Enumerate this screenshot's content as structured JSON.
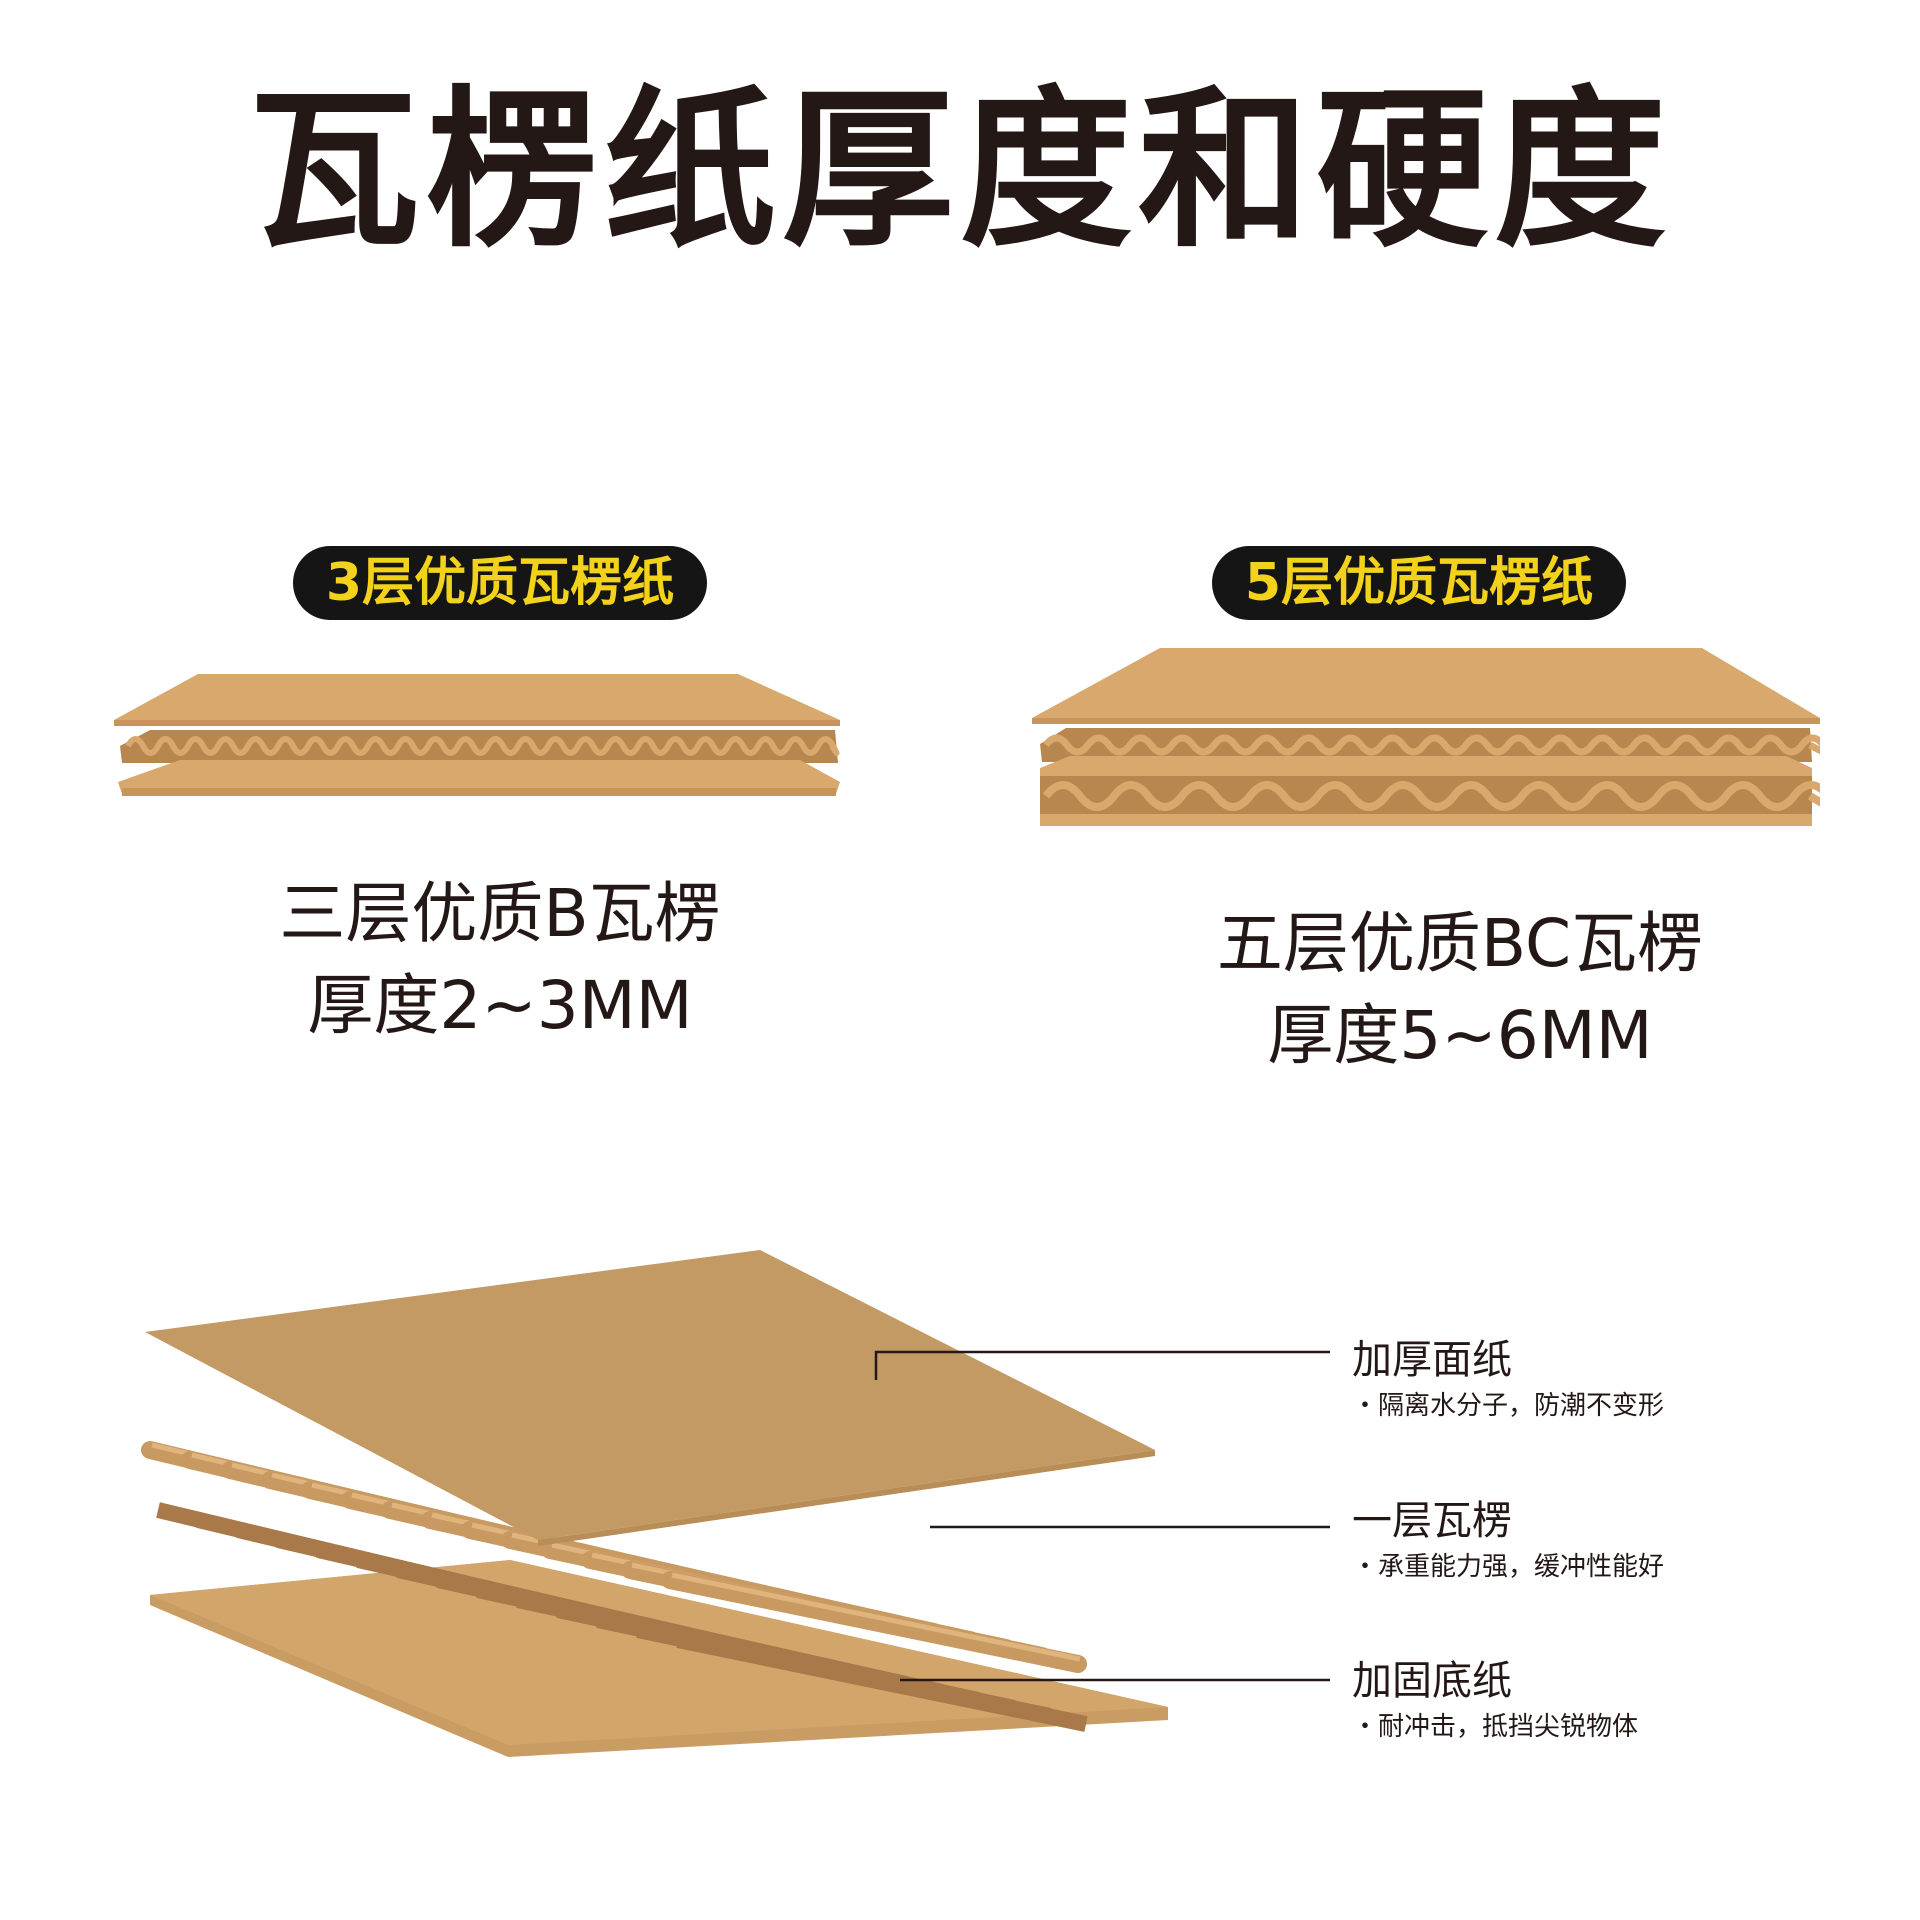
{
  "title": "瓦楞纸厚度和硬度",
  "products": [
    {
      "badge": "3层优质瓦楞纸",
      "name": "三层优质B瓦楞",
      "thickness": "厚度2~3MM"
    },
    {
      "badge": "5层优质瓦楞纸",
      "name": "五层优质BC瓦楞",
      "thickness": "厚度5~6MM"
    }
  ],
  "layers": [
    {
      "name": "加厚面纸",
      "desc": "・隔离水分子，防潮不变形"
    },
    {
      "name": "一层瓦楞",
      "desc": "・承重能力强，缓冲性能好"
    },
    {
      "name": "加固底纸",
      "desc": "・耐冲击，抵挡尖锐物体"
    }
  ],
  "colors": {
    "kraft": "#d9a86c",
    "kraft_dark": "#a9794a",
    "badge_bg": "#151515",
    "badge_text": "#f2d21b",
    "text": "#231815"
  }
}
